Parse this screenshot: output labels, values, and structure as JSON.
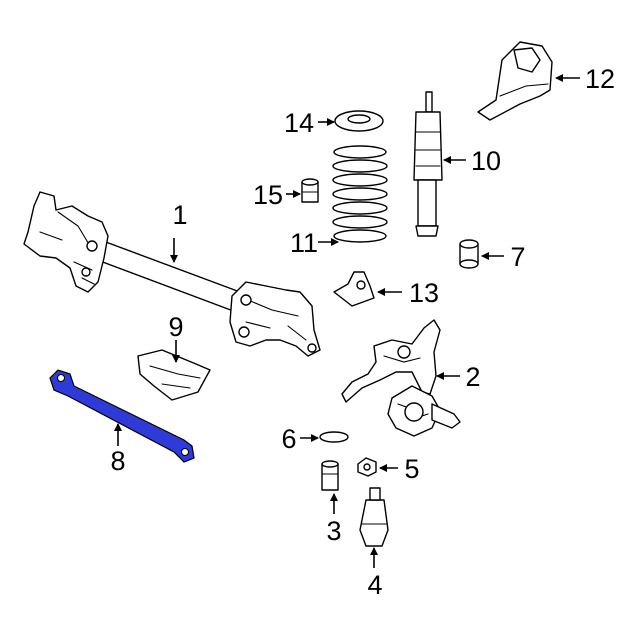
{
  "colors": {
    "highlight": "#2f3bd6",
    "line": "#000000",
    "background": "#ffffff"
  },
  "callouts": [
    "1",
    "2",
    "3",
    "4",
    "5",
    "6",
    "7",
    "8",
    "9",
    "10",
    "11",
    "12",
    "13",
    "14",
    "15"
  ]
}
